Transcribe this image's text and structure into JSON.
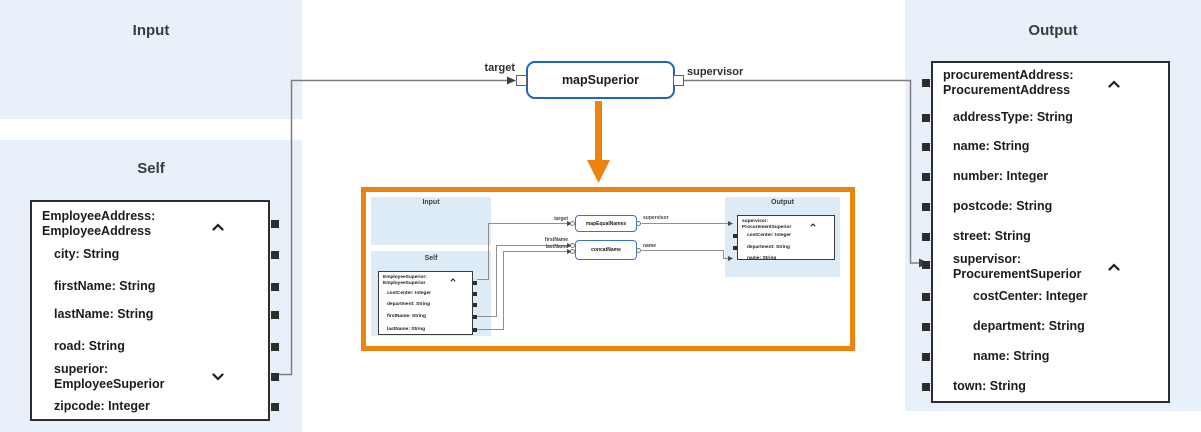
{
  "panels": {
    "input_title": "Input",
    "self_title": "Self",
    "output_title": "Output"
  },
  "map_node": {
    "label": "mapSuperior",
    "input_port_label": "target",
    "output_port_label": "supervisor"
  },
  "self_box": {
    "header_line1": "EmployeeAddress:",
    "header_line2": "EmployeeAddress",
    "fields": [
      {
        "label": "city: String"
      },
      {
        "label": "firstName: String"
      },
      {
        "label": "lastName: String"
      },
      {
        "label": "road: String"
      },
      {
        "label": "superior:",
        "label_line2": "EmployeeSuperior"
      },
      {
        "label": "zipcode: Integer"
      }
    ]
  },
  "output_box": {
    "header_line1": "procurementAddress:",
    "header_line2": "ProcurementAddress",
    "fields": [
      {
        "label": "addressType: String"
      },
      {
        "label": "name: String"
      },
      {
        "label": "number: Integer"
      },
      {
        "label": "postcode: String"
      },
      {
        "label": "street: String"
      },
      {
        "label": "supervisor:",
        "label_line2": "ProcurementSuperior"
      },
      {
        "label": "costCenter: Integer"
      },
      {
        "label": "department: String"
      },
      {
        "label": "name: String"
      },
      {
        "label": "town: String"
      }
    ]
  },
  "inset": {
    "input_title": "Input",
    "self_title": "Self",
    "output_title": "Output",
    "map_equal_names_node": {
      "label": "mapEqualNames",
      "input_port_label": "target",
      "output_port_label": "supervisor"
    },
    "concat_name_node": {
      "label": "concatName",
      "input_port_label1": "firstName",
      "input_port_label2": "lastName",
      "output_port_label": "name"
    },
    "self_box": {
      "header_line1": "EmployeeSuperior:",
      "header_line2": "EmployeeSuperior",
      "fields": [
        {
          "label": "costCenter: Integer"
        },
        {
          "label": "department: String"
        },
        {
          "label": "firstName: String"
        },
        {
          "label": "lastName: String"
        }
      ]
    },
    "output_box": {
      "header_line1": "supervisor:",
      "header_line2": "ProcurementSuperior",
      "fields": [
        {
          "label": "costCenter: Integer"
        },
        {
          "label": "department: String"
        },
        {
          "label": "name: String"
        }
      ]
    }
  },
  "colors": {
    "panel_blue": "#e8f1f9",
    "node_border_blue": "#2063c6",
    "highlight_orange": "#ec820f",
    "wire_gray": "#7d7d7d",
    "box_border": "#2d2d2d"
  }
}
